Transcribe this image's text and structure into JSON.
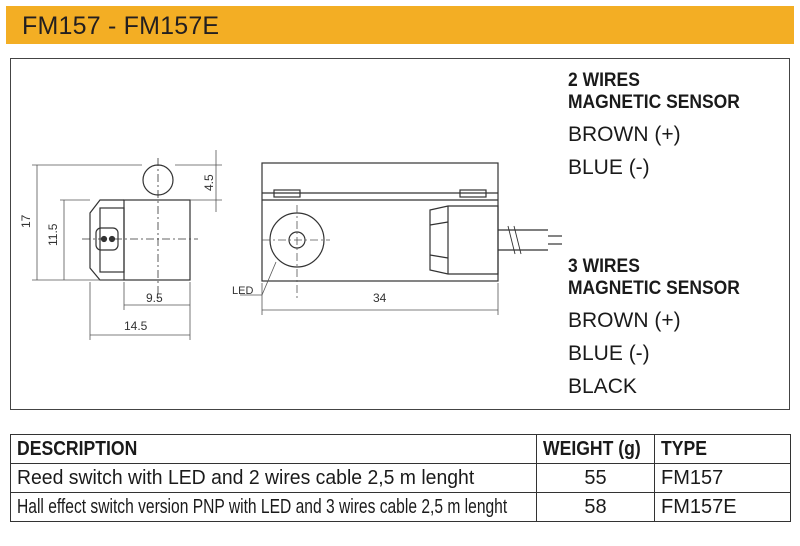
{
  "header": {
    "title": "FM157 - FM157E"
  },
  "drawing": {
    "dim_height_total": "17",
    "dim_height_body": "11.5",
    "dim_top": "4.5",
    "dim_width_inner": "9.5",
    "dim_width_outer": "14.5",
    "dim_length": "34",
    "led_label": "LED"
  },
  "two_wire": {
    "title_1": "2 WIRES",
    "title_2": "MAGNETIC SENSOR",
    "wires": [
      "BROWN (+)",
      "BLUE (-)"
    ]
  },
  "three_wire": {
    "title_1": "3 WIRES",
    "title_2": "MAGNETIC SENSOR",
    "wires": [
      "BROWN (+)",
      "BLUE (-)",
      "BLACK"
    ]
  },
  "table": {
    "headers": {
      "description": "DESCRIPTION",
      "weight": "WEIGHT (g)",
      "type": "TYPE"
    },
    "rows": [
      {
        "description": "Reed switch with LED and 2 wires cable 2,5 m lenght",
        "weight": "55",
        "type": "FM157"
      },
      {
        "description": "Hall effect switch version PNP with LED and 3 wires cable 2,5 m lenght",
        "weight": "58",
        "type": "FM157E"
      }
    ]
  }
}
